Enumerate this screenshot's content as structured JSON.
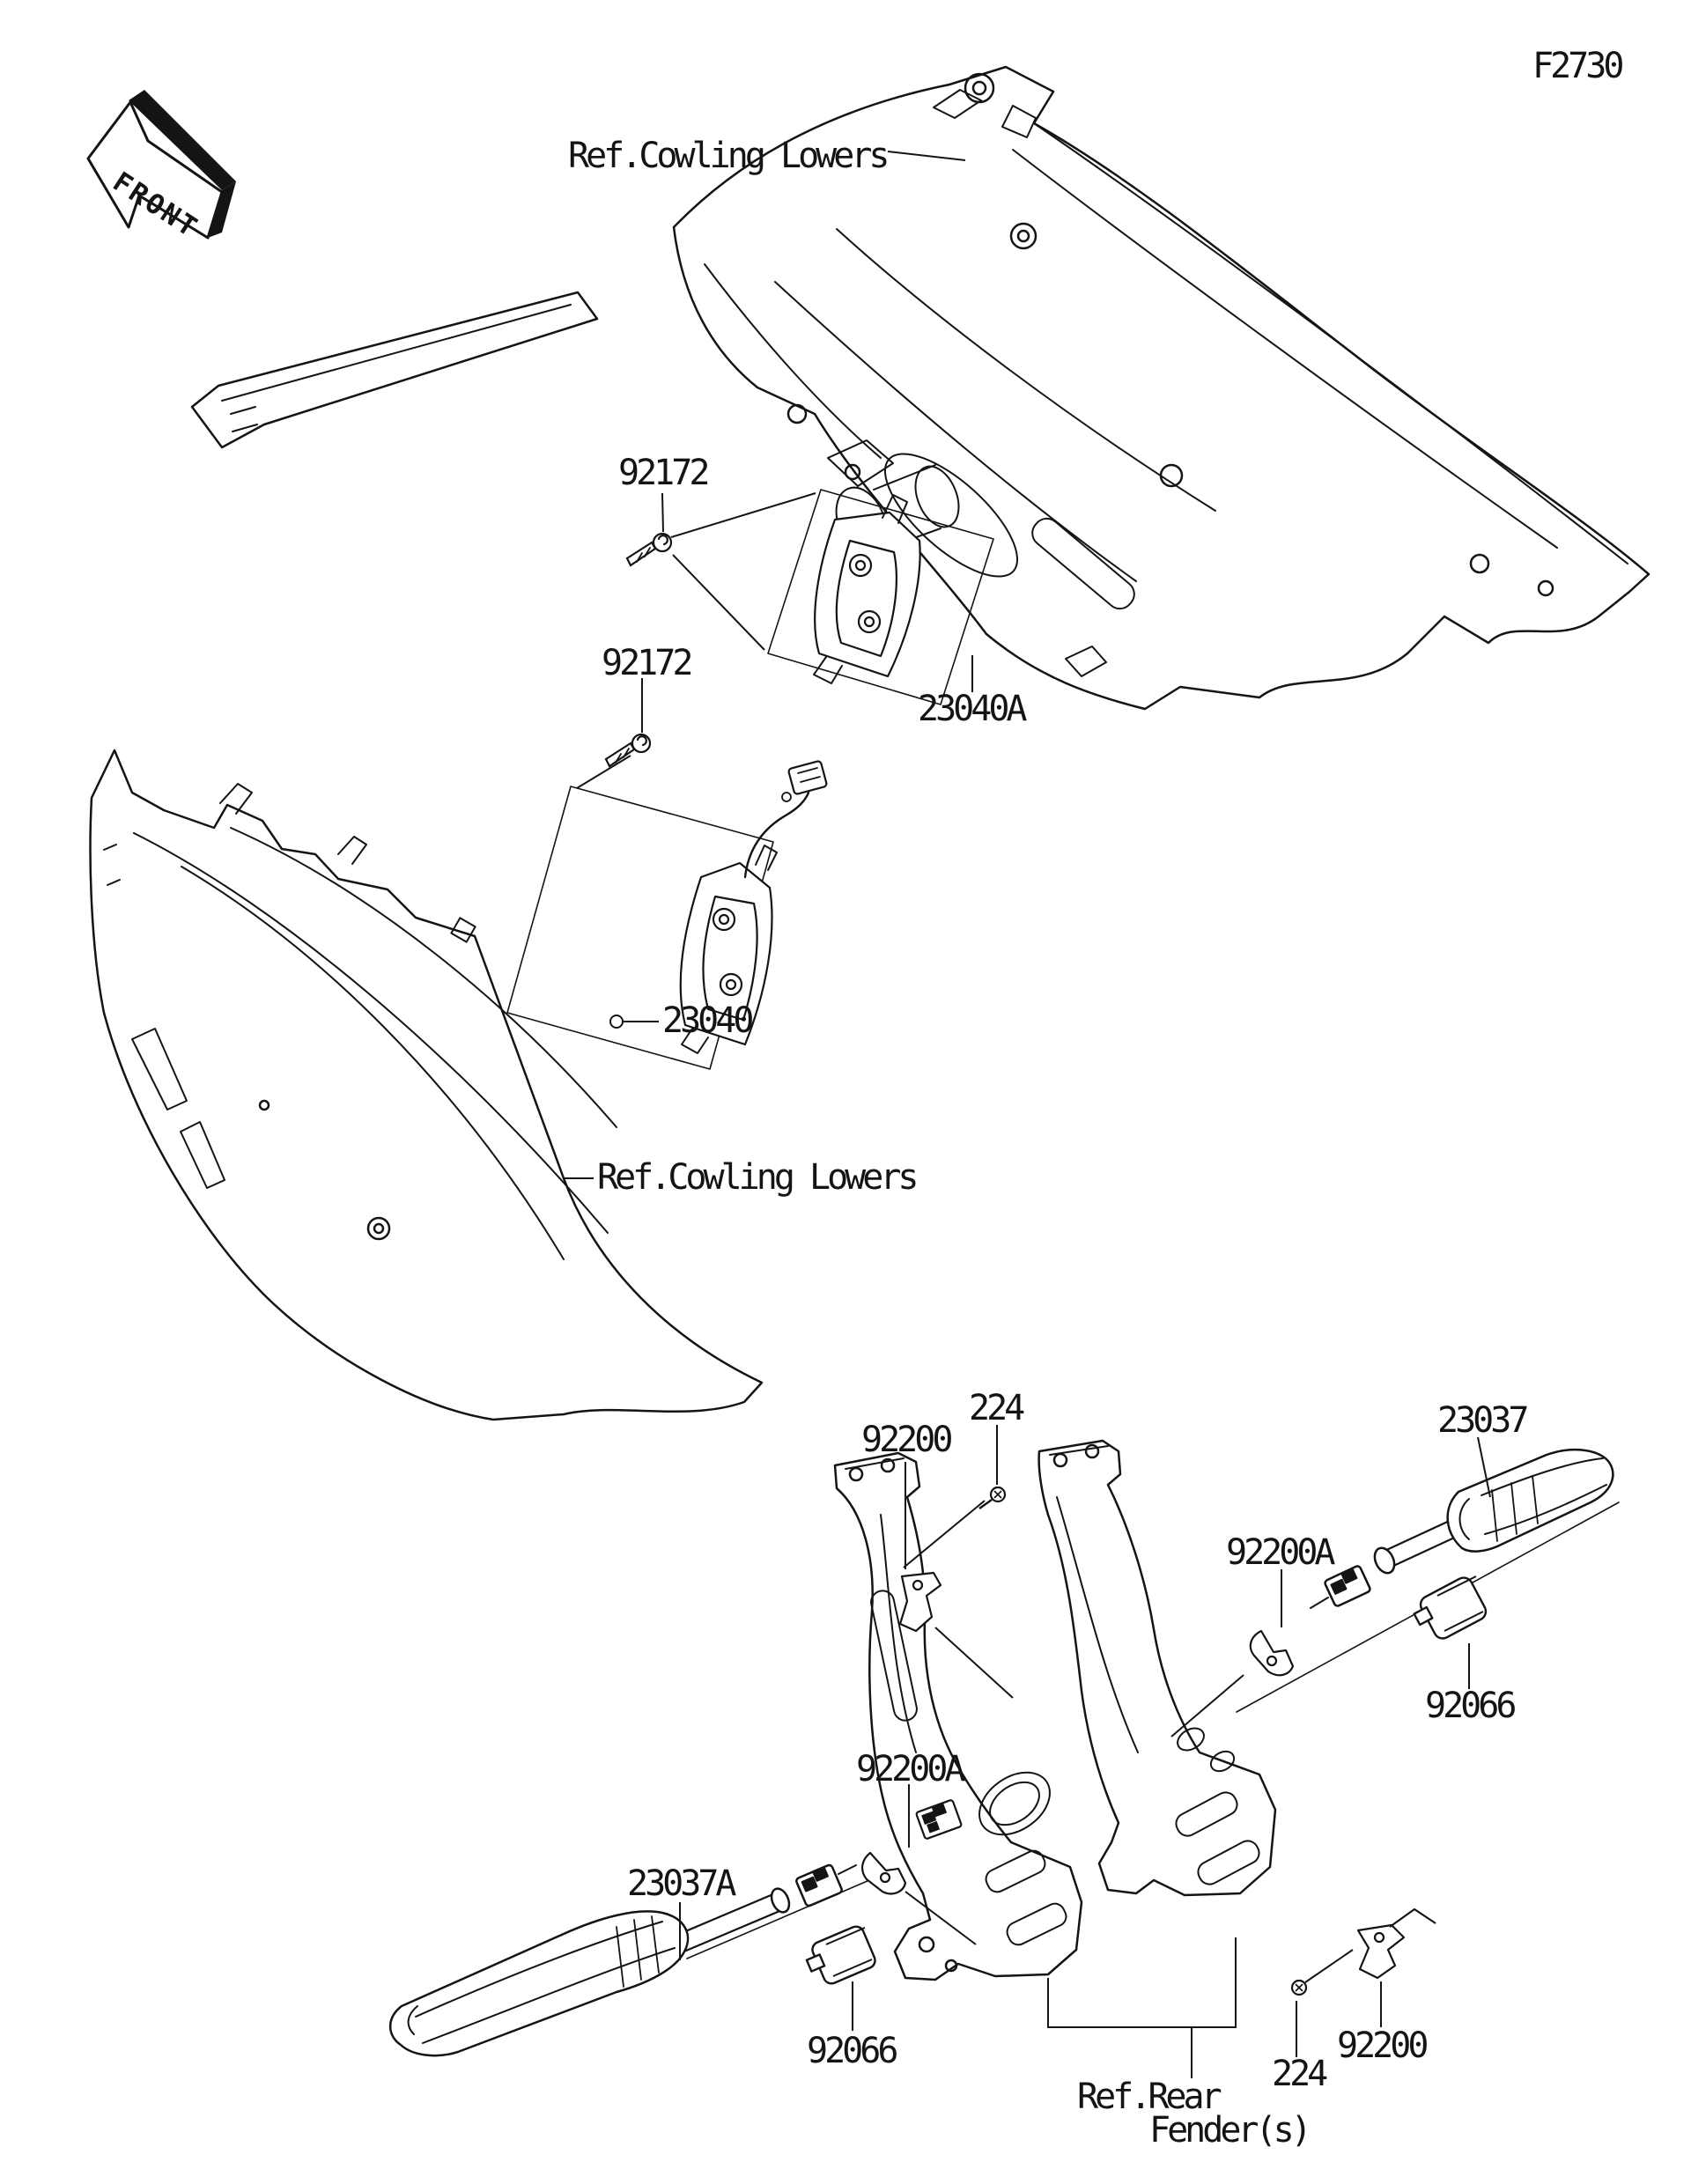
{
  "diagram": {
    "figure_code": "F2730",
    "front_label": "FRONT"
  },
  "references": {
    "cowling_lowers": "Ref.Cowling Lowers",
    "rear_fenders": "Ref.Rear Fender(s)"
  },
  "labels": {
    "ref_cowling_top": "Ref.Cowling Lowers",
    "ref_cowling_mid": "Ref.Cowling Lowers",
    "ref_rear_fender_line1": "Ref.Rear",
    "ref_rear_fender_line2": "Fender(s)",
    "p92172_a": "92172",
    "p92172_b": "92172",
    "p23040a": "23040A",
    "p23040": "23040",
    "p92200_top": "92200",
    "p92200_bottom": "92200",
    "p224_top": "224",
    "p224_bottom": "224",
    "p23037": "23037",
    "p23037a": "23037A",
    "p92200a_right": "92200A",
    "p92200a_left": "92200A",
    "p92066_right": "92066",
    "p92066_left": "92066"
  },
  "parts": [
    {
      "number": "224",
      "occurrences": 2
    },
    {
      "number": "23037",
      "occurrences": 1
    },
    {
      "number": "23037A",
      "occurrences": 1
    },
    {
      "number": "23040",
      "occurrences": 1
    },
    {
      "number": "23040A",
      "occurrences": 1
    },
    {
      "number": "92066",
      "occurrences": 2
    },
    {
      "number": "92172",
      "occurrences": 2
    },
    {
      "number": "92200",
      "occurrences": 2
    },
    {
      "number": "92200A",
      "occurrences": 2
    }
  ],
  "colors": {
    "ink": "#141414",
    "background": "#ffffff"
  }
}
